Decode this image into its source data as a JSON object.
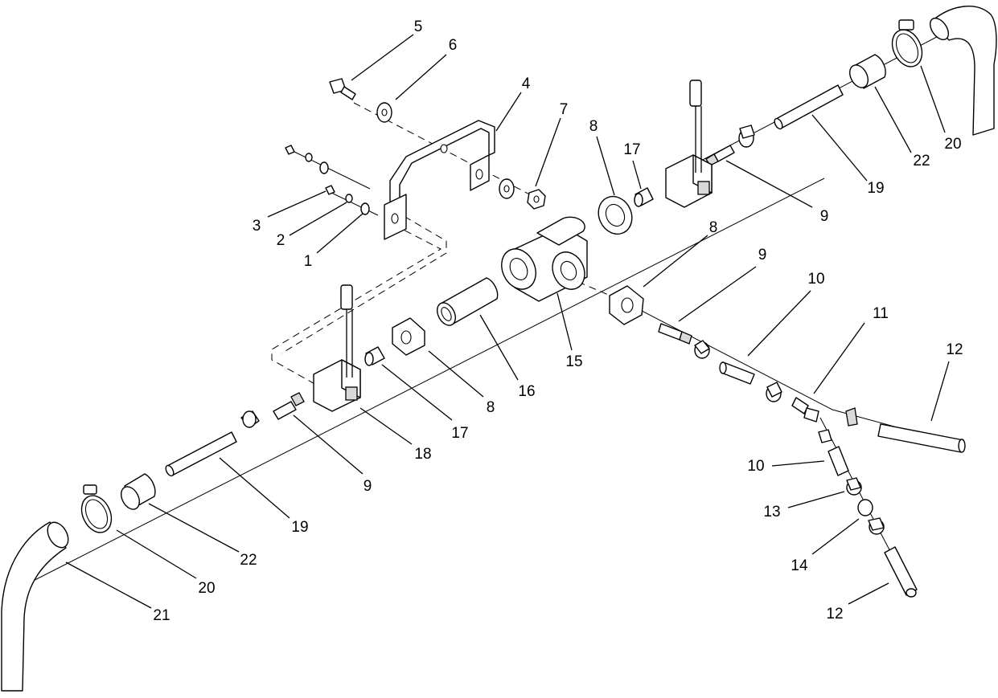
{
  "callouts": {
    "c1": "1",
    "c2": "2",
    "c3": "3",
    "c4": "4",
    "c5": "5",
    "c6": "6",
    "c7": "7",
    "c8a": "8",
    "c8b": "8",
    "c8c": "8",
    "c9a": "9",
    "c9b": "9",
    "c9c": "9",
    "c10a": "10",
    "c10b": "10",
    "c11": "11",
    "c12a": "12",
    "c12b": "12",
    "c13": "13",
    "c14": "14",
    "c15": "15",
    "c16": "16",
    "c17a": "17",
    "c17b": "17",
    "c18": "18",
    "c19a": "19",
    "c19b": "19",
    "c20a": "20",
    "c20b": "20",
    "c21": "21",
    "c22a": "22",
    "c22b": "22"
  }
}
